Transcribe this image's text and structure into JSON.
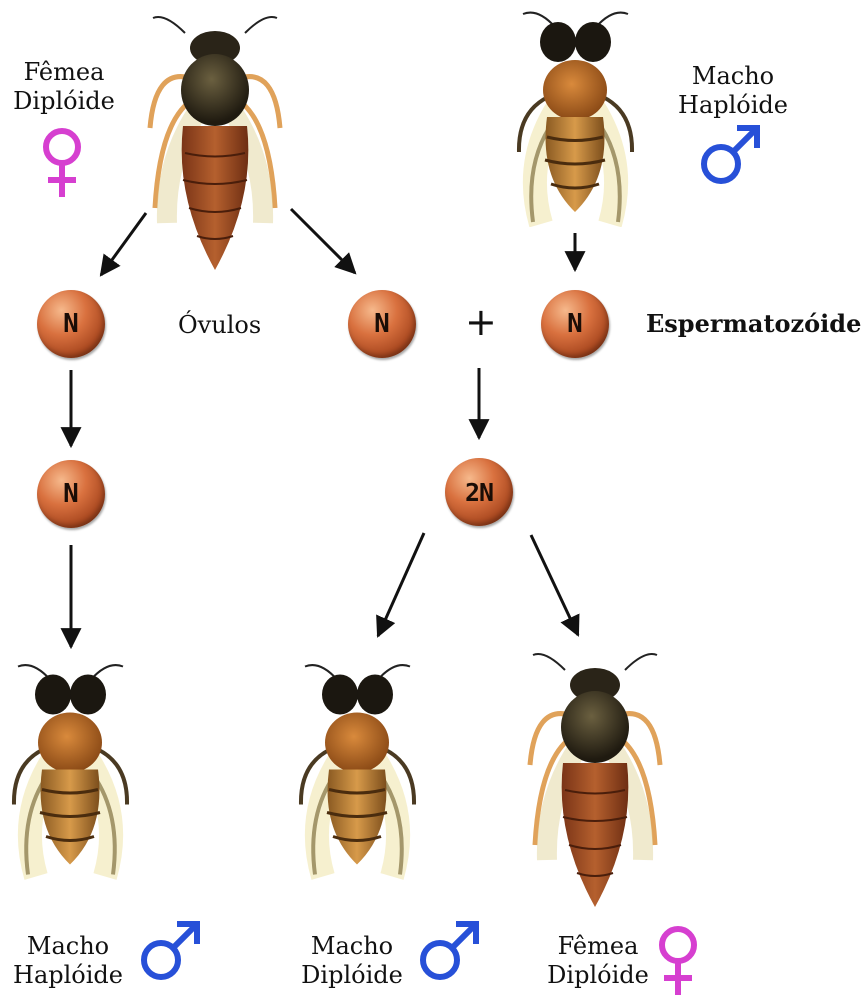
{
  "labels": {
    "top_female": [
      "Fêmea",
      "Diplóide"
    ],
    "top_male": [
      "Macho",
      "Haplóide"
    ],
    "ovulos": "Óvulos",
    "sperm": "Espermatozóide",
    "bottom_left": [
      "Macho",
      "Haplóide"
    ],
    "bottom_center": [
      "Macho",
      "Diplóide"
    ],
    "bottom_right": [
      "Fêmea",
      "Diplóide"
    ]
  },
  "cells": {
    "ovum_left": "N",
    "ovum_right": "N",
    "sperm": "N",
    "unfertilized": "N",
    "zygote": "2N"
  },
  "plus": "+",
  "colors": {
    "female_symbol": "#d63fd0",
    "male_symbol": "#2750d8",
    "cell": "#c05a2a",
    "arrow": "#111111"
  },
  "icons": [
    "female-symbol-icon",
    "male-symbol-icon",
    "queen-bee-icon",
    "drone-bee-icon"
  ]
}
